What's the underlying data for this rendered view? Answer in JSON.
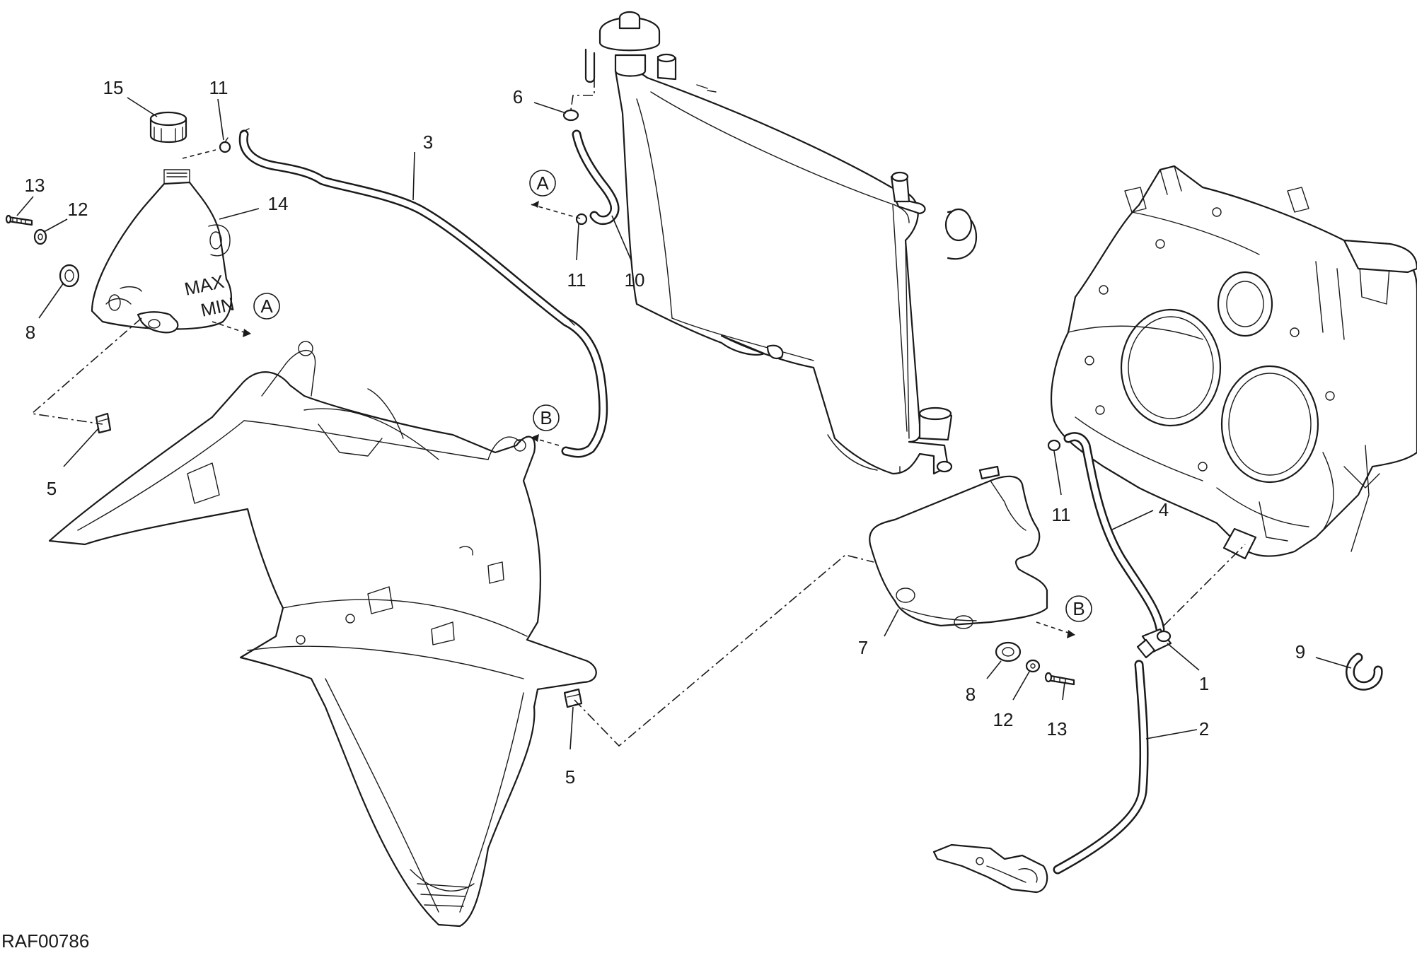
{
  "drawing_code": "RAF00786",
  "callouts": {
    "c1": "1",
    "c2": "2",
    "c3": "3",
    "c4": "4",
    "c5a": "5",
    "c5b": "5",
    "c6": "6",
    "c7": "7",
    "c8a": "8",
    "c8b": "8",
    "c9": "9",
    "c10": "10",
    "c11a": "11",
    "c11b": "11",
    "c11c": "11",
    "c12a": "12",
    "c12b": "12",
    "c13a": "13",
    "c13b": "13",
    "c14": "14",
    "c15": "15"
  },
  "references": {
    "a_left": "A",
    "a_top": "A",
    "b_mid": "B",
    "b_right": "B"
  },
  "tank_marks": {
    "max": "MAX",
    "min": "MIN"
  }
}
